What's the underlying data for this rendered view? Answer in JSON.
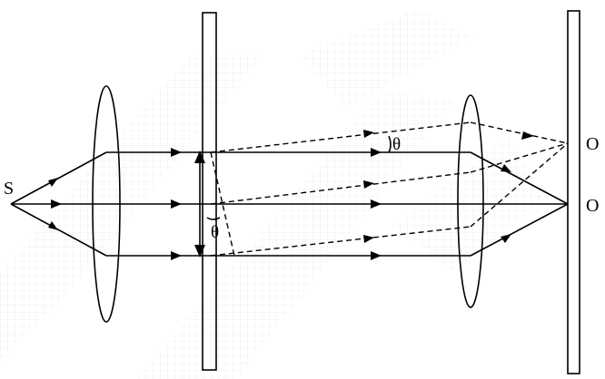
{
  "labels": {
    "source": "S",
    "screen_upper": "O",
    "screen_center": "O",
    "angle_top": "θ",
    "angle_slit": "θ"
  },
  "watermark": {
    "text": "ICER",
    "color": "#c8c8c8"
  },
  "colors": {
    "ink": "#000000",
    "background": "#ffffff"
  }
}
